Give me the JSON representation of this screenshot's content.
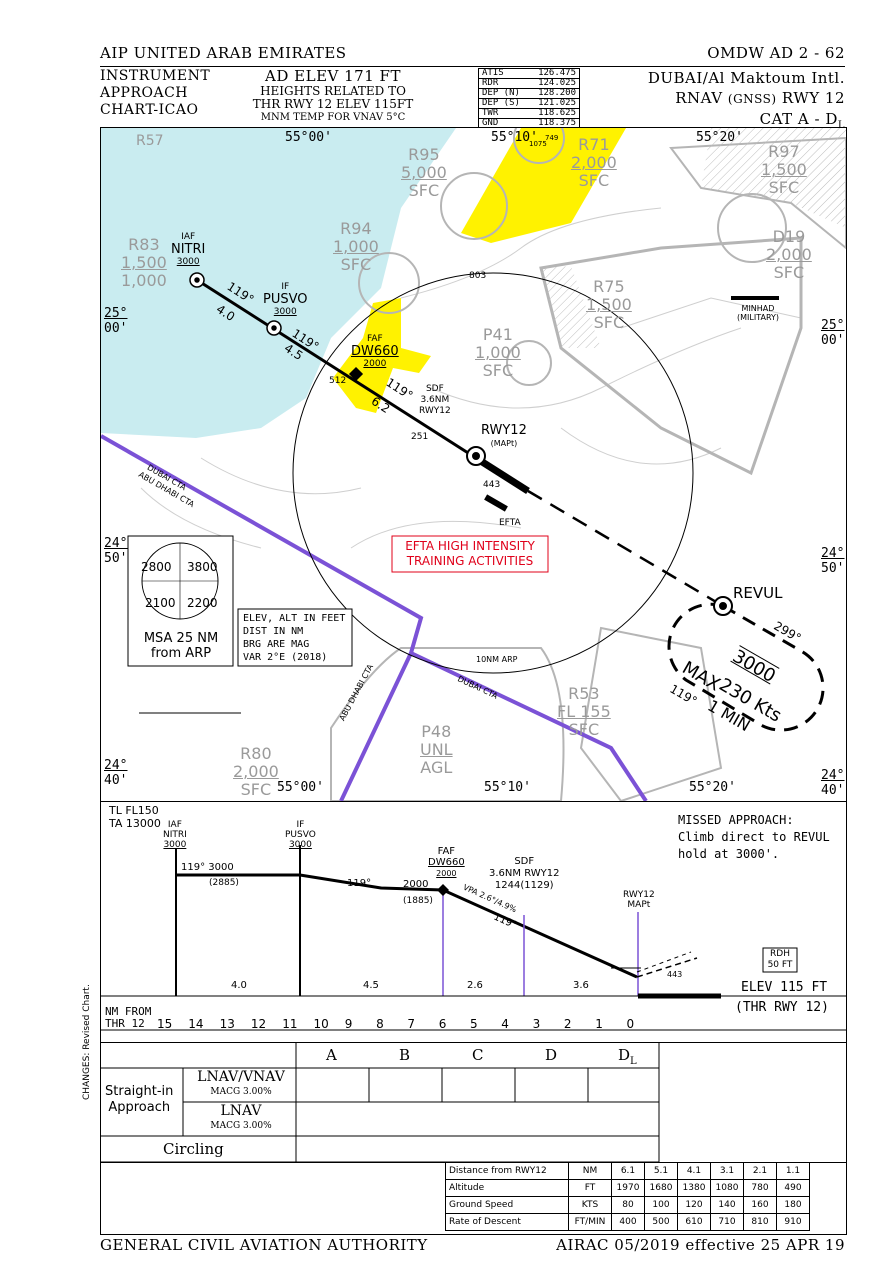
{
  "header": {
    "aip": "AIP UNITED ARAB EMIRATES",
    "page_id": "OMDW AD 2 - 62",
    "chart_type": [
      "INSTRUMENT",
      "APPROACH",
      "CHART-ICAO"
    ],
    "ad_elev": "AD ELEV 171 FT",
    "heights": "HEIGHTS RELATED TO",
    "thr": "THR RWY 12 ELEV 115FT",
    "mnm_temp": "MNM TEMP FOR VNAV 5°C",
    "airport": "DUBAI/Al Maktoum Intl.",
    "procedure_a": "RNAV",
    "procedure_b": "(GNSS)",
    "procedure_c": "RWY 12",
    "category": "CAT A - D",
    "category_sub": "L"
  },
  "frequencies": [
    {
      "name": "ATIS",
      "freq": "126.475"
    },
    {
      "name": "RDR",
      "freq": "124.025"
    },
    {
      "name": "DEP (N)",
      "freq": "128.200"
    },
    {
      "name": "DEP (S)",
      "freq": "121.025"
    },
    {
      "name": "TWR",
      "freq": "118.625"
    },
    {
      "name": "GND",
      "freq": "118.375"
    }
  ],
  "plan": {
    "lat_top_left": "25°\n00'",
    "lat_25_00": "25°",
    "lat_25_00b": "00'",
    "lat_24_50": "24°",
    "lat_24_50b": "50'",
    "lat_24_40": "24°",
    "lat_24_40b": "40'",
    "lon_55_00_top": "55°00'",
    "lon_55_10_top": "55°10'",
    "lon_55_20_top": "55°20'",
    "lon_55_00_bot": "55°00'",
    "lon_55_10_bot": "55°10'",
    "lon_55_20_bot": "55°20'",
    "r57": "R57",
    "r83": "R83",
    "r83_a": "1,500",
    "r83_b": "1,000",
    "r95": "R95",
    "r95_a": "5,000",
    "r95_b": "SFC",
    "r94": "R94",
    "r94_a": "1,000",
    "r94_b": "SFC",
    "r71": "R71",
    "r71_a": "2,000",
    "r71_b": "SFC",
    "r97": "R97",
    "r97_a": "1,500",
    "r97_b": "SFC",
    "d19": "D19",
    "d19_a": "2,000",
    "d19_b": "SFC",
    "r75": "R75",
    "r75_a": "1,500",
    "r75_b": "SFC",
    "p41": "P41",
    "p41_a": "1,000",
    "p41_b": "SFC",
    "r53": "R53",
    "r53_a": "FL 155",
    "r53_b": "SFC",
    "p48": "P48",
    "p48_a": "UNL",
    "p48_b": "AGL",
    "r80": "R80",
    "r80_a": "2,000",
    "r80_b": "SFC",
    "iaf": "IAF",
    "nitri": "NITRI",
    "nitri_alt": "3000",
    "if": "IF",
    "pusvo": "PUSVO",
    "pusvo_alt": "3000",
    "faf": "FAF",
    "dw660": "DW660",
    "dw660_alt": "2000",
    "sdf": "SDF",
    "sdf_dist": "3.6NM",
    "sdf_rwy": "RWY12",
    "rwy12": "RWY12",
    "mapt": "(MAPt)",
    "revul": "REVUL",
    "crs1": "119°",
    "dist1": "4.0",
    "crs2": "119°",
    "dist2": "4.5",
    "crs3": "119°",
    "dist3": "6.2",
    "obst_512": "512",
    "obst_251": "251",
    "obst_443": "443",
    "obst_803": "803",
    "obst_1075": "1075",
    "obst_749": "749",
    "minhad": "MINHAD",
    "military": "(MILITARY)",
    "efta": "EFTA",
    "efta_warn1": "EFTA HIGH INTENSITY",
    "efta_warn2": "TRAINING ACTIVITIES",
    "dubai_cta": "DUBAI CTA",
    "abu_dhabi_cta": "ABU DHABI CTA",
    "dubai_cta2": "DUBAI CTA",
    "abu_dhabi_cta2": "ABU DHABI CTA",
    "arp_ring": "10NM ARP",
    "msa": {
      "n_w": "2800",
      "n_e": "3800",
      "s_w": "2100",
      "s_e": "2200",
      "label1": "MSA 25 NM",
      "label2": "from ARP"
    },
    "notes": [
      "ELEV, ALT IN FEET",
      "DIST IN NM",
      "BRG ARE MAG",
      "VAR 2°E (2018)"
    ],
    "hold": {
      "max": "MAX",
      "alt": "3000",
      "speed": "230 Kts",
      "min": "1 MIN",
      "inbound": "299°",
      "outbound": "119°"
    }
  },
  "profile": {
    "tl": "TL FL150",
    "ta": "TA 13000",
    "iaf": "IAF",
    "nitri": "NITRI",
    "nitri_alt": "3000",
    "if": "IF",
    "pusvo": "PUSVO",
    "pusvo_alt": "3000",
    "faf": "FAF",
    "dw660": "DW660",
    "dw660_alt": "2000",
    "sdf": "SDF",
    "sdf_dist": "3.6NM RWY12",
    "sdf_alt": "1244(1129)",
    "rwy12": "RWY12",
    "mapt": "MAPt",
    "seg1_crs": "119° 3000",
    "seg1_h": "(2885)",
    "seg2_crs": "119°",
    "seg2_alt": "2000",
    "seg2_h": "(1885)",
    "vpa": "VPA 2.6°/4.9%",
    "seg3_crs": "119°",
    "missed1": "MISSED APPROACH:",
    "missed2": "Climb direct to REVUL",
    "missed3": "hold at 3000'.",
    "rdh": "RDH",
    "rdh_val": "50 FT",
    "elev": "ELEV 115 FT",
    "thr": "(THR RWY 12)",
    "obst": "443",
    "dist_labels": [
      "4.0",
      "4.5",
      "2.6",
      "3.6"
    ],
    "nm_from": "NM FROM",
    "thr12": "THR 12",
    "scale": [
      "15",
      "14",
      "13",
      "12",
      "11",
      "10",
      "9",
      "8",
      "7",
      "6",
      "5",
      "4",
      "3",
      "2",
      "1",
      "0"
    ]
  },
  "minima": {
    "cats": [
      "A",
      "B",
      "C",
      "D",
      "D"
    ],
    "cat_dl_sub": "L",
    "straight1": "Straight-in",
    "straight2": "Approach",
    "lnav_vnav": "LNAV/VNAV",
    "macg1": "MACG 3.00%",
    "lnav": "LNAV",
    "macg2": "MACG 3.00%",
    "circling": "Circling"
  },
  "rod_table": {
    "rows": [
      [
        "Distance from RWY12",
        "NM",
        "6.1",
        "5.1",
        "4.1",
        "3.1",
        "2.1",
        "1.1"
      ],
      [
        "Altitude",
        "FT",
        "1970",
        "1680",
        "1380",
        "1080",
        "780",
        "490"
      ],
      [
        "Ground Speed",
        "KTS",
        "80",
        "100",
        "120",
        "140",
        "160",
        "180"
      ],
      [
        "Rate of Descent",
        "FT/MIN",
        "400",
        "500",
        "610",
        "710",
        "810",
        "910"
      ]
    ]
  },
  "footer": {
    "left": "GENERAL CIVIL AVIATION AUTHORITY",
    "right": "AIRAC 05/2019 effective 25 APR 19",
    "changes": "CHANGES: Revised Chart."
  }
}
